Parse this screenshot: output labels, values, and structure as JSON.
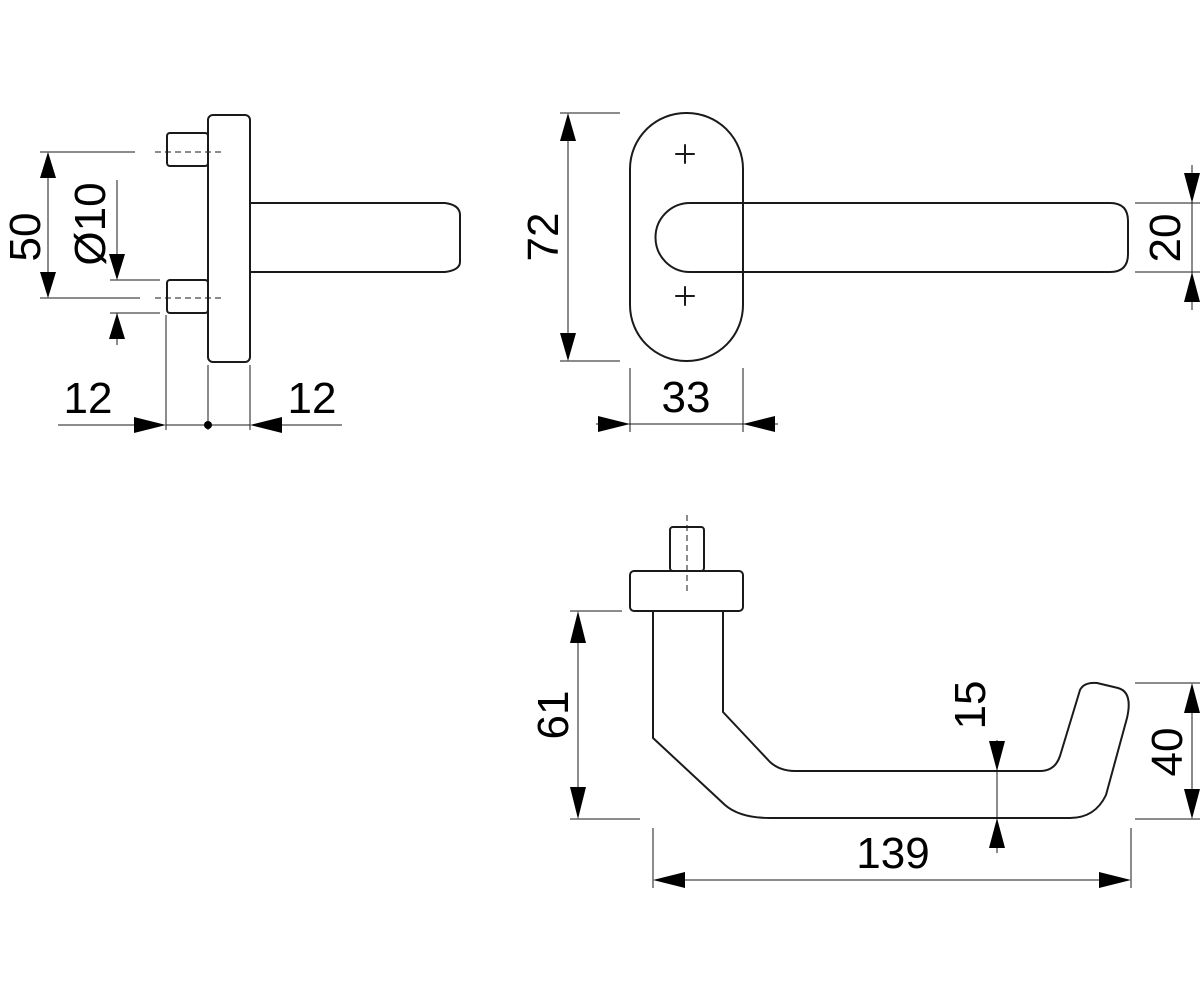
{
  "drawing": {
    "side_view": {
      "height_label": "50",
      "diameter_label": "Ø10",
      "left_offset_label": "12",
      "right_offset_label": "12"
    },
    "front_view": {
      "rose_height_label": "72",
      "rose_width_label": "33",
      "lever_thickness_label": "20"
    },
    "top_view": {
      "height_label": "61",
      "thickness_label": "15",
      "end_height_label": "40",
      "length_label": "139"
    }
  }
}
